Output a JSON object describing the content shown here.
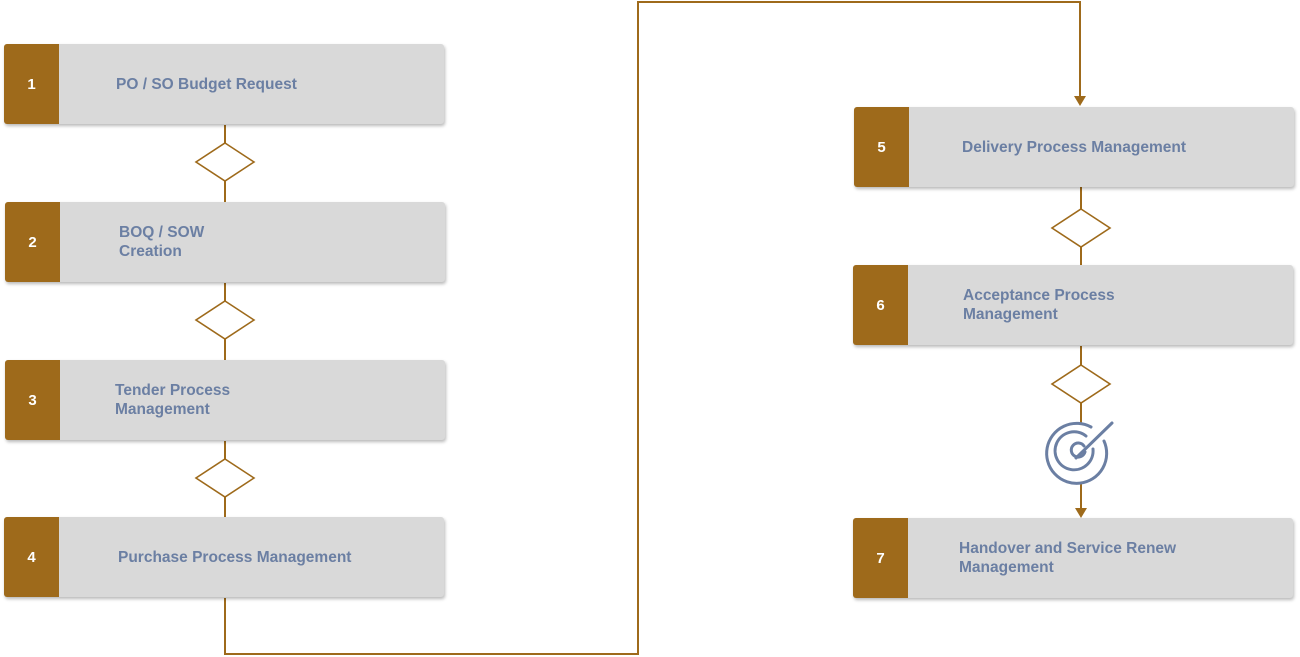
{
  "colors": {
    "accent": "#9e6a1b",
    "box_fill": "#d9d9d9",
    "label_text": "#6b7fa3",
    "number_text": "#ffffff",
    "target_icon": "#6b7fa3"
  },
  "steps": [
    {
      "number": "1",
      "label": "PO / SO Budget Request"
    },
    {
      "number": "2",
      "label": "BOQ / SOW\nCreation"
    },
    {
      "number": "3",
      "label": "Tender Process\nManagement"
    },
    {
      "number": "4",
      "label": "Purchase Process Management"
    },
    {
      "number": "5",
      "label": "Delivery Process Management"
    },
    {
      "number": "6",
      "label": "Acceptance Process\nManagement"
    },
    {
      "number": "7",
      "label": "Handover and Service Renew\nManagement"
    }
  ],
  "icons": {
    "goal": "target-icon",
    "decision": "diamond-icon"
  }
}
